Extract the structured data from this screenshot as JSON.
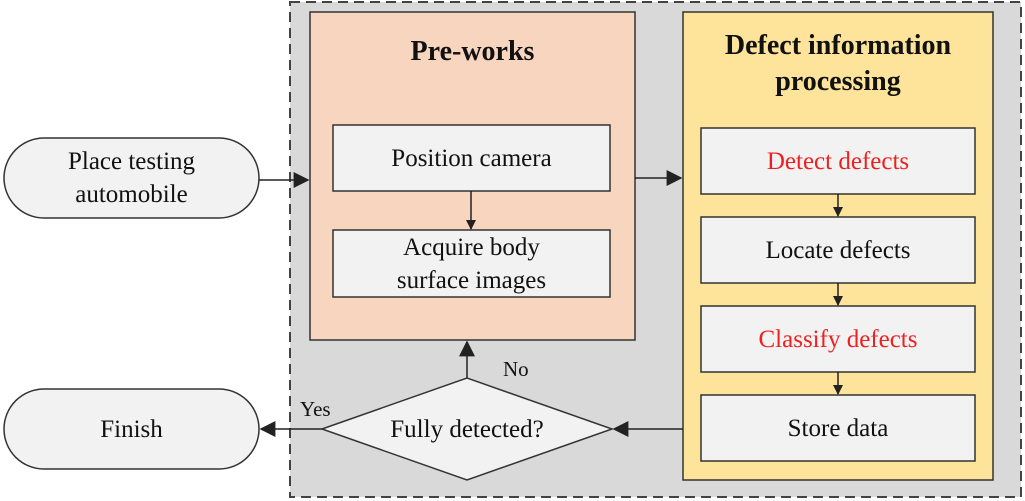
{
  "colors": {
    "outer_frame": "#d9d9d9",
    "preworks_fill": "#f8d5bf",
    "processing_fill": "#fde49a",
    "box_fill": "#f2f2f2",
    "highlight_text": "#ee2020",
    "normal_text": "#111111",
    "line": "#222222"
  },
  "nodes": {
    "place_testing": "Place testing\nautomobile",
    "finish": "Finish",
    "preworks_title": "Pre-works",
    "position_camera": "Position camera",
    "acquire_images": "Acquire body\nsurface images",
    "processing_title": "Defect information\nprocessing",
    "detect_defects": "Detect defects",
    "locate_defects": "Locate defects",
    "classify_defects": "Classify defects",
    "store_data": "Store data",
    "fully_detected": "Fully detected?"
  },
  "edge_labels": {
    "yes": "Yes",
    "no": "No"
  }
}
